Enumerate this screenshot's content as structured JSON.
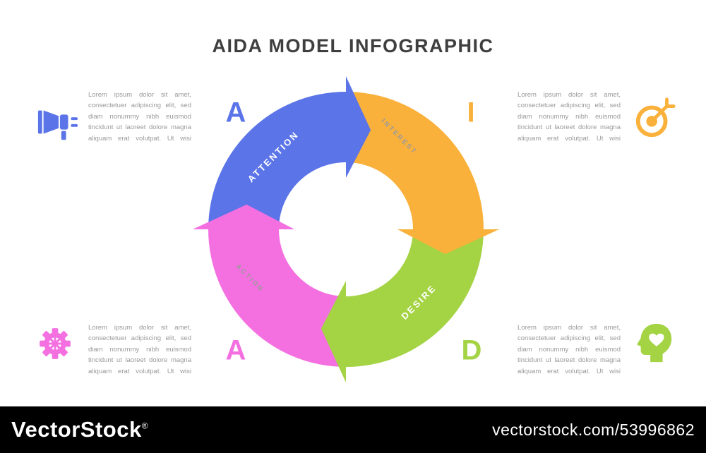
{
  "title": "AIDA MODEL INFOGRAPHIC",
  "stages": [
    {
      "id": "attention",
      "letter": "A",
      "label": "ATTENTION",
      "color": "#5b74e8",
      "icon": "megaphone-icon",
      "description": "Lorem ipsum dolor sit amet, consectetuer adipiscing elit, sed diam nonummy nibh euismod tincidunt ut laoreet dolore magna aliquam erat volutpat. Ut wisi"
    },
    {
      "id": "interest",
      "letter": "I",
      "label": "INTEREST",
      "color": "#f9b13b",
      "icon": "target-icon",
      "description": "Lorem ipsum dolor sit amet, consectetuer adipiscing elit, sed diam nonummy nibh euismod tincidunt ut laoreet dolore magna aliquam erat volutpat. Ut wisi"
    },
    {
      "id": "desire",
      "letter": "D",
      "label": "DESIRE",
      "color": "#a4d344",
      "icon": "head-heart-icon",
      "description": "Lorem ipsum dolor sit amet, consectetuer adipiscing elit, sed diam nonummy nibh euismod tincidunt ut laoreet dolore magna aliquam erat volutpat. Ut wisi"
    },
    {
      "id": "action",
      "letter": "A",
      "label": "ACTION",
      "color": "#f470e1",
      "icon": "gear-icon",
      "description": "Lorem ipsum dolor sit amet, consectetuer adipiscing elit, sed diam nonummy nibh euismod tincidunt ut laoreet dolore magna aliquam erat volutpat. Ut wisi"
    }
  ],
  "colors": {
    "title_text": "#3f3f3f",
    "body_text": "#9a9a9a",
    "bar_background": "#000000",
    "bar_text": "#ffffff"
  },
  "watermark": {
    "brand": "VectorStock",
    "registered": "®",
    "site": "vectorstock.com/53996862"
  }
}
